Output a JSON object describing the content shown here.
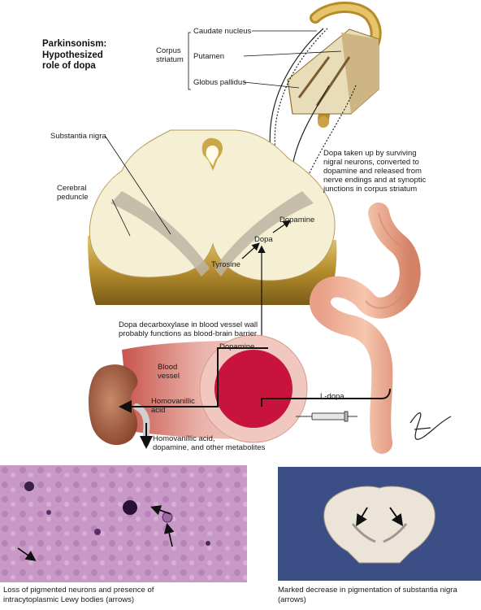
{
  "title": {
    "line1": "Parkinsonism:",
    "line2": "Hypothesized",
    "line3": "role of dopa"
  },
  "labels": {
    "caudate": "Caudate nucleus",
    "corpus1": "Corpus",
    "corpus2": "striatum",
    "putamen": "Putamen",
    "globus": "Globus pallidus",
    "nigra": "Substantia nigra",
    "peduncle1": "Cerebral",
    "peduncle2": "peduncle",
    "dopa_note1": "Dopa taken up by surviving",
    "dopa_note2": "nigral neurons, converted to",
    "dopa_note3": "dopamine and released from",
    "dopa_note4": "nerve endings and at synoptic",
    "dopa_note5": "junctions in corpus striatum",
    "dopamine_top": "Dopamine",
    "dopa": "Dopa",
    "tyrosine": "Tyrosine",
    "decarb1": "Dopa decarboxylase in blood vessel wall",
    "decarb2": "probably functions as blood-brain barrier",
    "dopamine_mid": "Dopamine",
    "blood1": "Blood",
    "blood2": "vessel",
    "hva1": "Homovanillic",
    "hva2": "acid",
    "ldopa": "L-dopa",
    "meta1": "Homovanillic acid,",
    "meta2": "dopamine, and other metabolites"
  },
  "captions": {
    "left1": "Loss of pigmented neurons and presence of",
    "left2": "intracytoplasmic Lewy bodies (arrows)",
    "right1": "Marked decrease in pigmentation of substantia nigra",
    "right2": "(arrows)"
  },
  "colors": {
    "brain_face": "#f5f0d4",
    "brain_side": "#c9a84a",
    "nigra_band": "#bdb5a2",
    "vessel_red": "#c8143c",
    "vessel_pink": "#e9a6a0",
    "kidney": "#b06a4e",
    "histology": "#c89ac8",
    "photo_bg": "#3b4f86"
  }
}
